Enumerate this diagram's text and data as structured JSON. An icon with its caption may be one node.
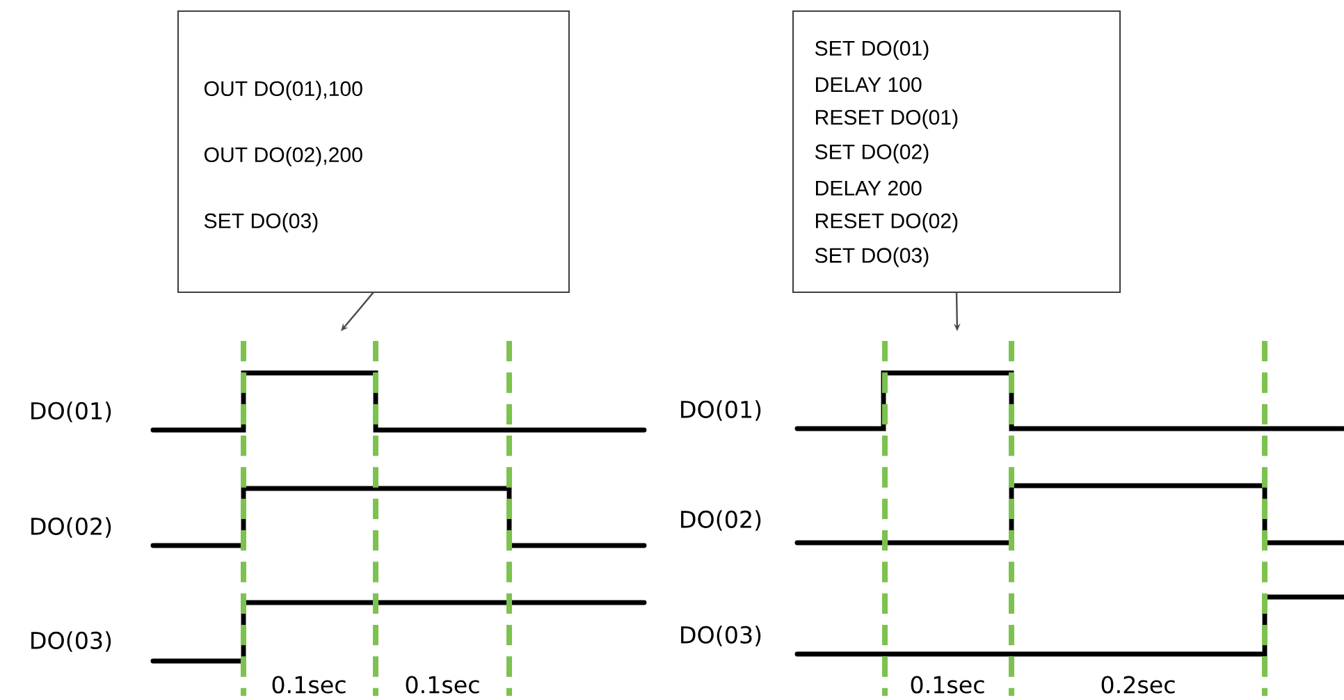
{
  "diagram": {
    "nodes": [
      {
        "text": [
          "OUT DO(01),100",
          "OUT DO(02),200",
          "SET DO(03)"
        ]
      },
      {
        "text": [
          "SET DO(01)",
          "DELAY 100",
          "RESET DO(01)",
          "SET DO(02)",
          "DELAY 200",
          "RESET DO(02)",
          "SET DO(03)"
        ]
      }
    ],
    "edges": [
      {
        "from": 0,
        "to": null,
        "arrow": "to"
      },
      {
        "from": 1,
        "to": null,
        "arrow": "to"
      }
    ],
    "labels": [
      "DO(01)",
      "DO(01)",
      "DO(02)",
      "DO(02)",
      "DO(03)",
      "DO(03)",
      "0.1sec",
      "0.1sec",
      "0.1sec",
      "0.2sec"
    ]
  }
}
